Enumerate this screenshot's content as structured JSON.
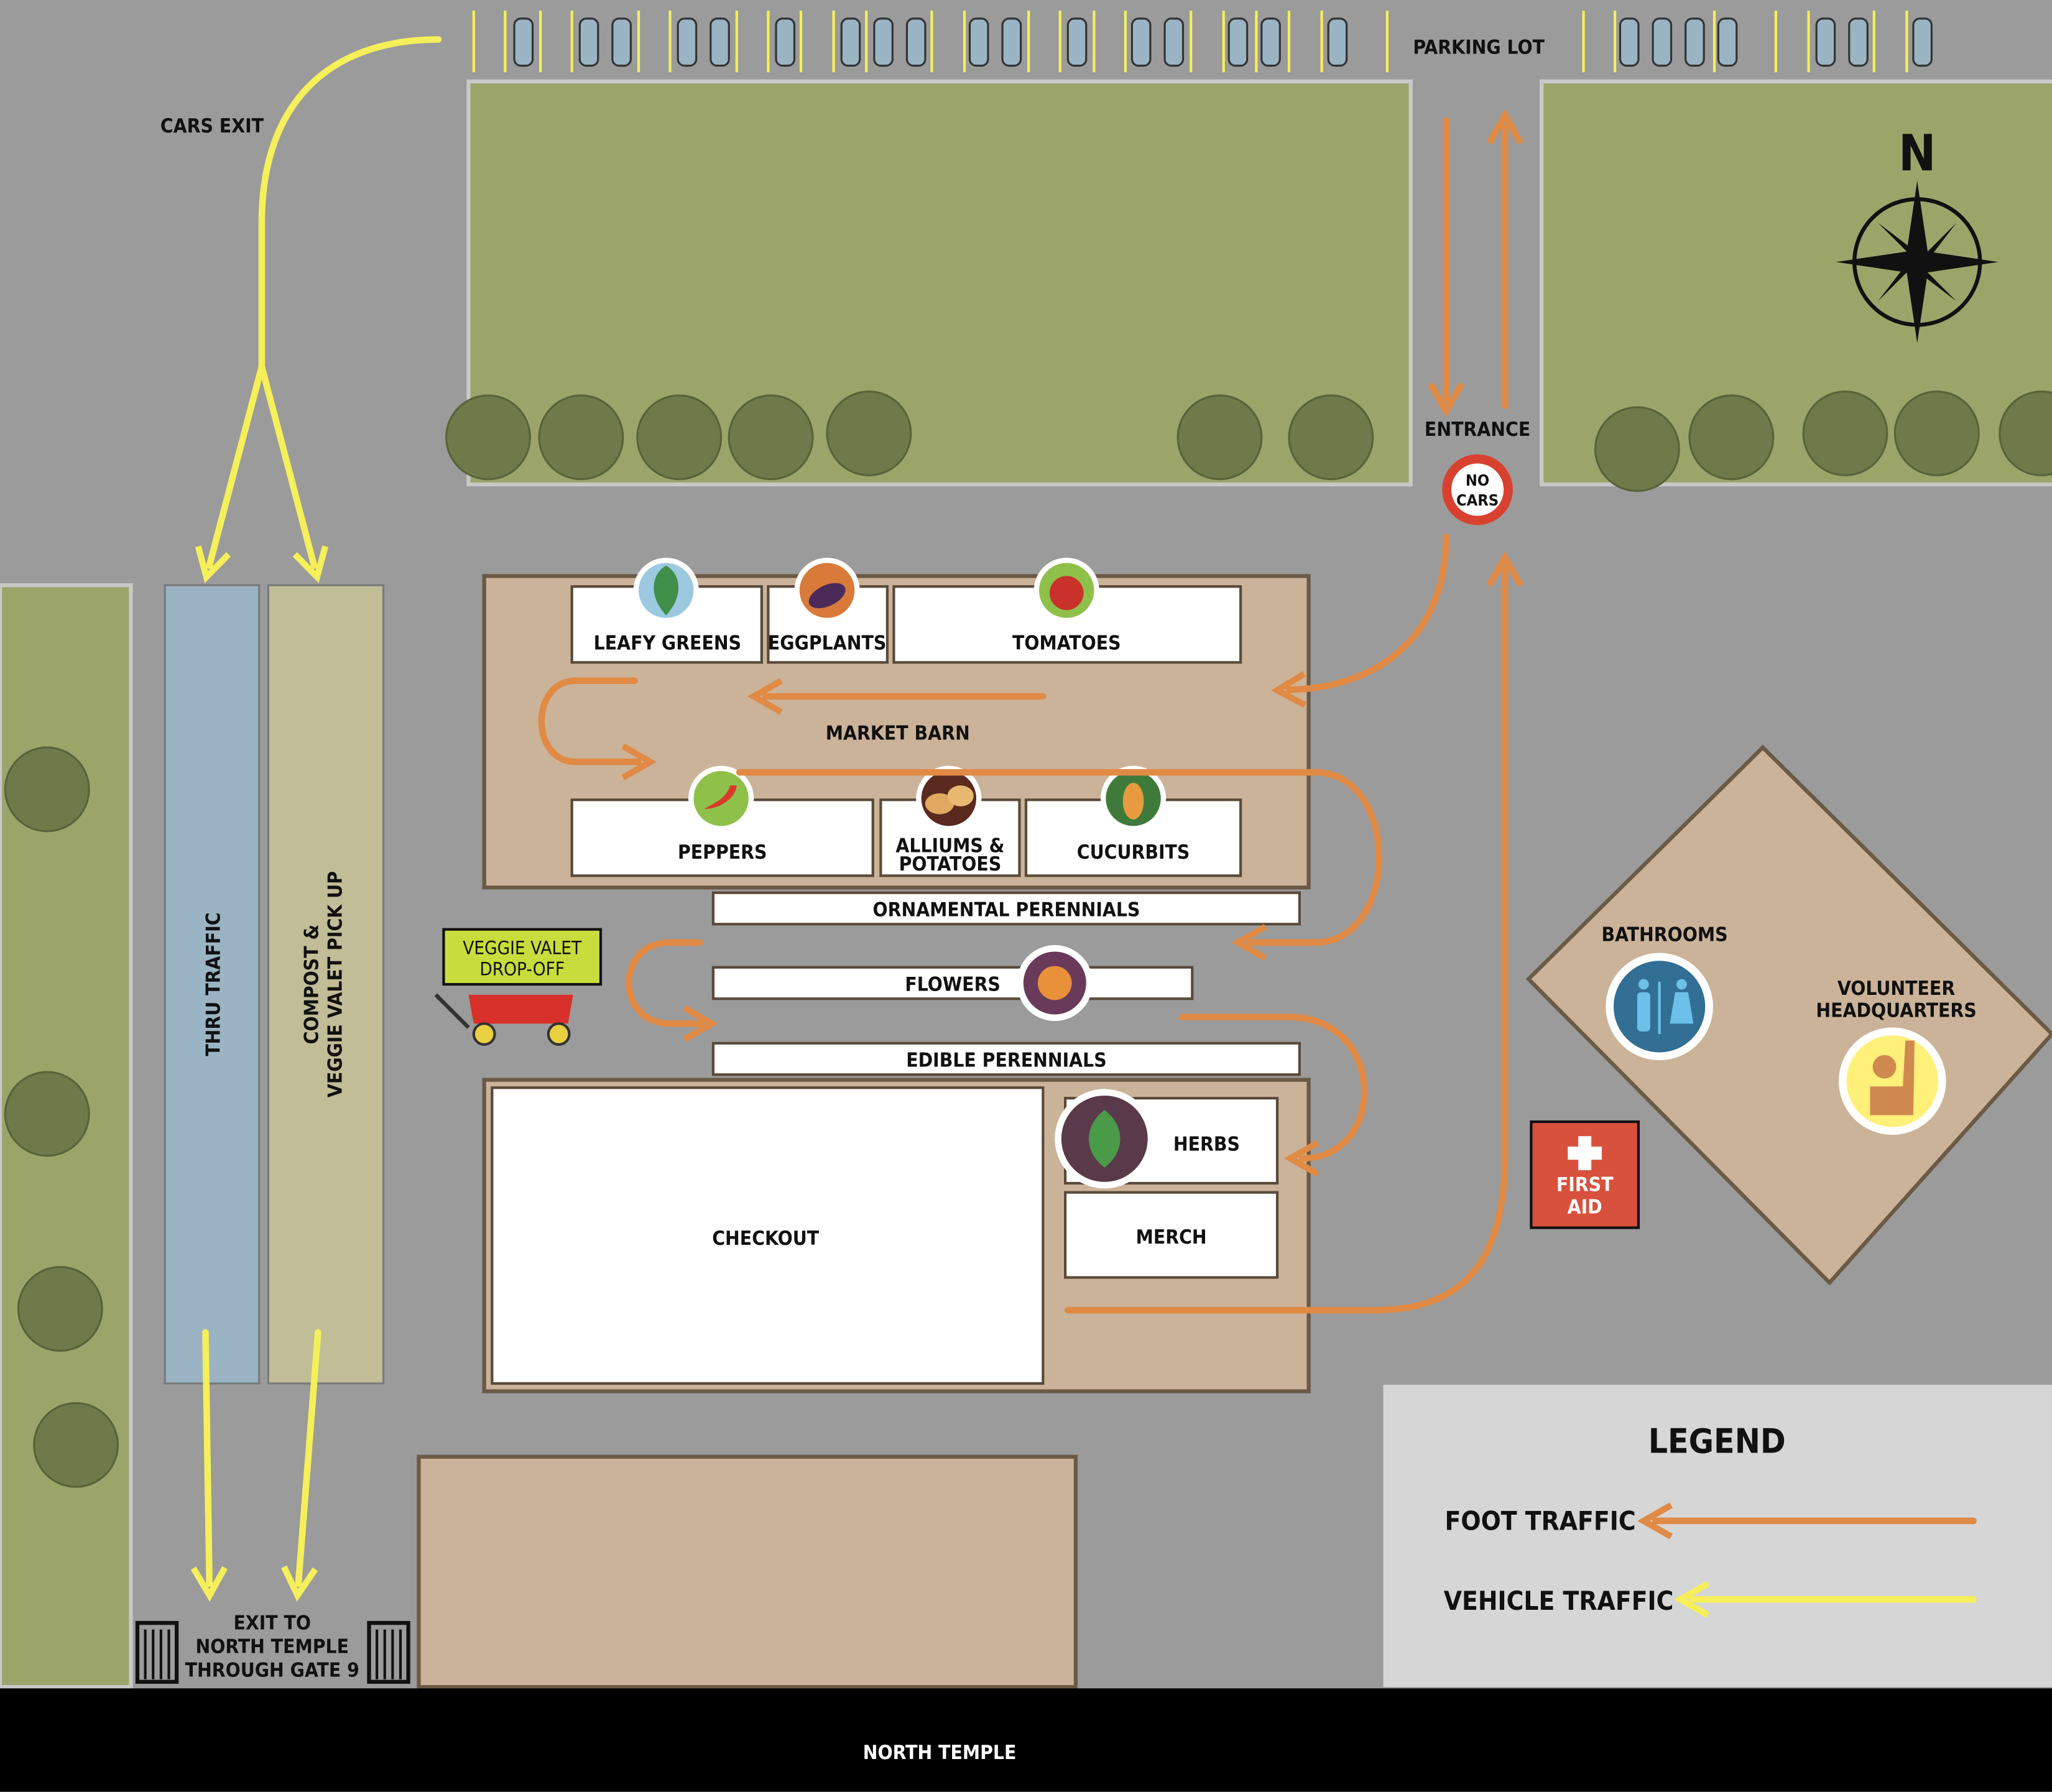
{
  "labels": {
    "cars_exit": "CARS EXIT",
    "parking_lot": "PARKING LOT",
    "entrance": "ENTRANCE",
    "no_cars": [
      "NO",
      "CARS"
    ],
    "north": "N",
    "thru_traffic": "THRU TRAFFIC",
    "compost_pickup": [
      "COMPOST &",
      "VEGGIE VALET PICK UP"
    ],
    "veggie_valet_dropoff": [
      "VEGGIE VALET",
      "DROP-OFF"
    ],
    "market_barn": "MARKET BARN",
    "exit_gate": [
      "EXIT TO",
      "NORTH TEMPLE",
      "THROUGH GATE 9"
    ],
    "north_temple": "NORTH TEMPLE",
    "bathrooms": "BATHROOMS",
    "volunteer_hq": [
      "VOLUNTEER",
      "HEADQUARTERS"
    ],
    "first_aid": [
      "FIRST",
      "AID"
    ]
  },
  "stalls": {
    "leafy_greens": "LEAFY GREENS",
    "eggplants": "EGGPLANTS",
    "tomatoes": "TOMATOES",
    "peppers": "PEPPERS",
    "alliums": [
      "ALLIUMS &",
      "POTATOES"
    ],
    "cucurbits": "CUCURBITS",
    "ornamental_perennials": "ORNAMENTAL PERENNIALS",
    "flowers": "FLOWERS",
    "edible_perennials": "EDIBLE PERENNIALS",
    "checkout": "CHECKOUT",
    "herbs": "HERBS",
    "merch": "MERCH"
  },
  "legend": {
    "title": "LEGEND",
    "foot_traffic": "FOOT TRAFFIC",
    "vehicle_traffic": "VEHICLE TRAFFIC"
  },
  "colors": {
    "foot": "#e08a45",
    "vehicle": "#f5ef5a",
    "grass": "#9ba56a",
    "building": "#cbb399"
  }
}
